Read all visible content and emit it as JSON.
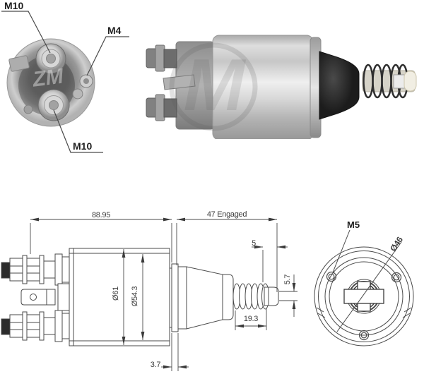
{
  "rear_view": {
    "label_top": "M10",
    "label_right": "M4",
    "label_bottom": "M10",
    "watermark": "ZM"
  },
  "side_photo": {
    "watermark": "M"
  },
  "side_drawing": {
    "overall_length": "88.95",
    "engaged_length": "47 Engaged",
    "front_clearance": "5",
    "tip_height": "5.7",
    "spring_travel": "19.3",
    "flange_thickness": "3.7",
    "body_diameter": "Ø61",
    "core_diameter": "Ø54.3"
  },
  "front_view": {
    "screw_thread": "M5",
    "bolt_circle_diameter": "Ø46"
  },
  "colors": {
    "line": "#4a4a4a",
    "dim_text": "#3d3d3d",
    "rubber_boot": "#1c1c1c",
    "plunger_tip": "#f1eee3",
    "metal_light": "#efefef",
    "metal_dark": "#8e8e8e"
  }
}
